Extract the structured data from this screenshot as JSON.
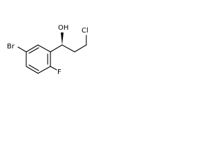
{
  "molecule": {
    "atoms": {
      "hydroxyl": "OH",
      "chlorine": "Cl",
      "bromine": "Br",
      "fluorine": "F"
    },
    "stereo_bond": "wedge",
    "colors": {
      "ink": "#000000",
      "background": "#ffffff"
    }
  }
}
